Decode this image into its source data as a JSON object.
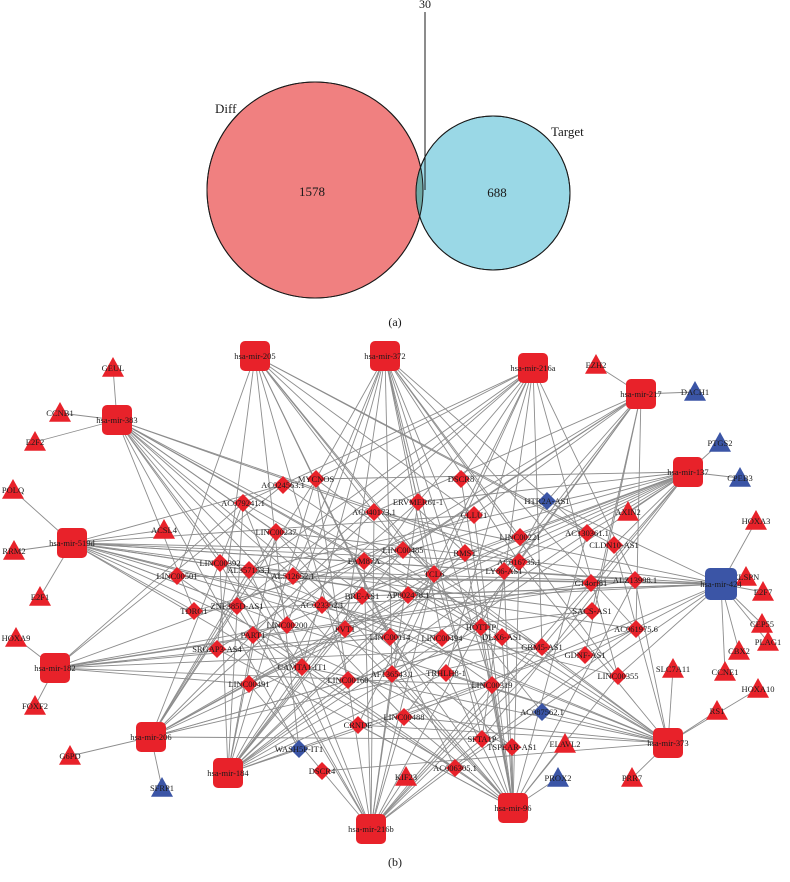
{
  "venn": {
    "top_count": "30",
    "left_label": "Diff",
    "right_label": "Target",
    "left_count": "1578",
    "right_count": "688",
    "panel_label": "(a)",
    "colors": {
      "left": "#f08080",
      "right": "#9ad8e6",
      "overlap": "#6fa8a4"
    }
  },
  "network": {
    "panel_label": "(b)",
    "colors": {
      "up": "#e8222a",
      "down": "#3b55a6",
      "edge": "#8c8c8c"
    },
    "mirnas": [
      {
        "id": "m205",
        "label": "hsa-mir-205"
      },
      {
        "id": "m372",
        "label": "hsa-mir-372"
      },
      {
        "id": "m216a",
        "label": "hsa-mir-216a"
      },
      {
        "id": "m217",
        "label": "hsa-mir-217"
      },
      {
        "id": "m383",
        "label": "hsa-mir-383"
      },
      {
        "id": "m137",
        "label": "hsa-mir-137"
      },
      {
        "id": "m519d",
        "label": "hsa-mir-519d"
      },
      {
        "id": "m424",
        "label": "hsa-mir-424"
      },
      {
        "id": "m182",
        "label": "hsa-mir-182"
      },
      {
        "id": "m206",
        "label": "hsa-mir-206"
      },
      {
        "id": "m373",
        "label": "hsa-mir-373"
      },
      {
        "id": "m184",
        "label": "hsa-mir-184"
      },
      {
        "id": "m216b",
        "label": "hsa-mir-216b"
      },
      {
        "id": "m96",
        "label": "hsa-mir-96"
      }
    ],
    "lncrnas": [
      "MYCNOS",
      "AC024563.1",
      "AC079241.1",
      "AC040173.1",
      "ERVMER61-1",
      "DSCR8",
      "HTR2A-AS1",
      "LINC00237",
      "CLLU1",
      "LINC00221",
      "AC130361.1",
      "CLDN10-AS1",
      "LINC00392",
      "AL357153.1",
      "AL512652.1",
      "FAM87A",
      "LINC00485",
      "RMST",
      "AC016735.1",
      "LY86-AS1",
      "LINC00501",
      "BRE-AS1",
      "TCL6",
      "AP002478.1",
      "C14orf81",
      "ALZ13998.1",
      "TDRG1",
      "ZNF385D-AS1",
      "AC023352.1",
      "LINC00200",
      "HOTTIP",
      "SACS-AS1",
      "AC061975.6",
      "PART1",
      "SRGAP3-AS4",
      "PVT1",
      "LINC00114",
      "LINC00494",
      "DLX6-AS1",
      "GRM5-AS1",
      "GDNF-AS1",
      "LINC00355",
      "CAMTA1-IT1",
      "LINC00491",
      "LINC00160",
      "AF136543.1",
      "TRHLH8-1",
      "LINC00319",
      "AC087562.1",
      "WASH5P-IT1",
      "CRNDE",
      "LINC00488",
      "SFTA1P",
      "TSPEAR-AS1",
      "DSCR4",
      "AC006305.1"
    ],
    "genes_up": [
      "GEUL",
      "EZH2",
      "CCNB1",
      "E2F2",
      "POLQ",
      "RRM2",
      "E2F1",
      "ACSL4",
      "AXIN2",
      "HOXA3",
      "CLSPN",
      "E2F7",
      "CEP55",
      "PLAG1",
      "CBX2",
      "CCNE1",
      "HOXA10",
      "RS1",
      "SLC7A11",
      "PRR7",
      "HOXA9",
      "FOXF2",
      "G6PD",
      "ELAVL2",
      "KIF23"
    ],
    "genes_down": [
      "DACH1",
      "PTGS2",
      "CPEB3",
      "SFRP1",
      "PROX2"
    ]
  }
}
